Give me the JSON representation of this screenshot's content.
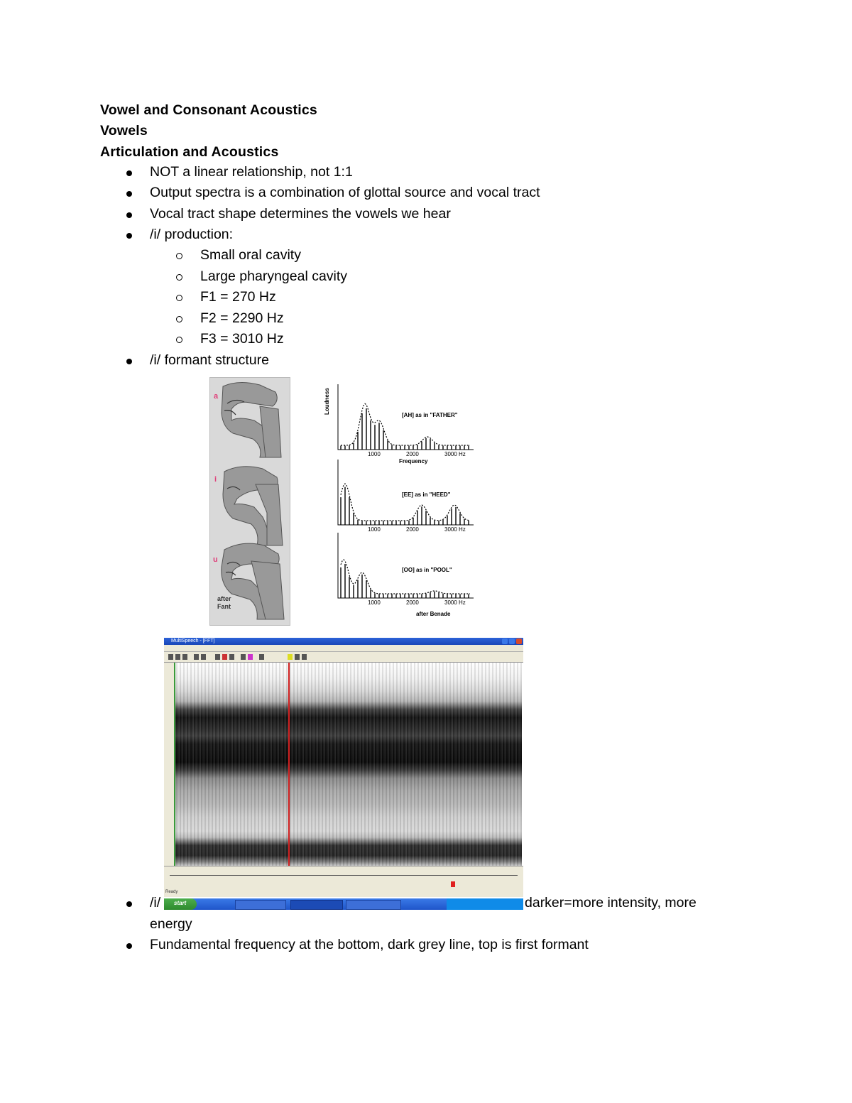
{
  "title": "Vowel and Consonant Acoustics",
  "section": "Vowels",
  "subsection": "Articulation and Acoustics",
  "bullets": [
    "NOT a linear relationship, not 1:1",
    "Output spectra is a combination of glottal source and vocal tract",
    "Vocal tract shape determines the vowels we hear",
    "/i/ production:"
  ],
  "sub_bullets": [
    "Small oral cavity",
    "Large pharyngeal cavity",
    "F1 = 270 Hz",
    "F2 = 2290 Hz",
    "F3 = 3010 Hz"
  ],
  "formant_bullet": "/i/ formant structure",
  "figure_tract": {
    "labels": [
      "a",
      "i",
      "u"
    ],
    "credit_line1": "after",
    "credit_line2": "Fant",
    "label_color": "#e0407a"
  },
  "figure_spectra": {
    "ylabel": "Loudness",
    "xlabel": "Frequency",
    "panels": [
      {
        "caption": "[AH] as in \"FATHER\"",
        "ticks": [
          "1000",
          "2000",
          "3000 Hz"
        ]
      },
      {
        "caption": "[EE] as in \"HEED\"",
        "ticks": [
          "1000",
          "2000",
          "3000 Hz"
        ]
      },
      {
        "caption": "[OO] as in \"POOL\"",
        "ticks": [
          "1000",
          "2000",
          "3000 Hz"
        ]
      }
    ],
    "credit": "after Benade"
  },
  "spectrogram": {
    "window_title": "MultiSpeech - [FFT]",
    "cursor_color": "#d02020",
    "taskbar_start": "start",
    "status": "Ready"
  },
  "bullet_after_image_prefix": "/i/",
  "bullet_after_image_text": "darker=more intensity, more",
  "bullet_after_image_wrap": "energy",
  "last_bullet": "Fundamental frequency at the bottom, dark grey line, top is first formant"
}
